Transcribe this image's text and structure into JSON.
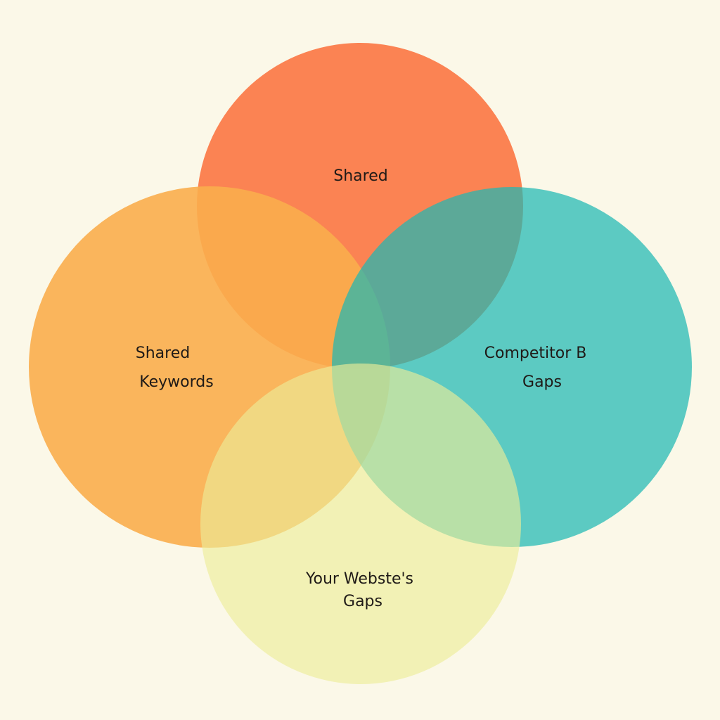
{
  "diagram": {
    "type": "venn",
    "background": "#fbf8e8",
    "sets": [
      {
        "id": "top",
        "color": "#fb7845",
        "opacity": 0.92,
        "label_lines": [
          "Shared"
        ]
      },
      {
        "id": "left",
        "color": "#f9ad4c",
        "opacity": 0.9,
        "label_lines": [
          "Shared",
          "Keywords"
        ]
      },
      {
        "id": "right",
        "color": "#1eb9b3",
        "opacity": 0.72,
        "label_lines": [
          "Competitor B",
          "Gaps"
        ]
      },
      {
        "id": "bottom",
        "color": "#ecec98",
        "opacity": 0.64,
        "label_lines": [
          "Your Webste's",
          "Gaps"
        ]
      }
    ]
  }
}
